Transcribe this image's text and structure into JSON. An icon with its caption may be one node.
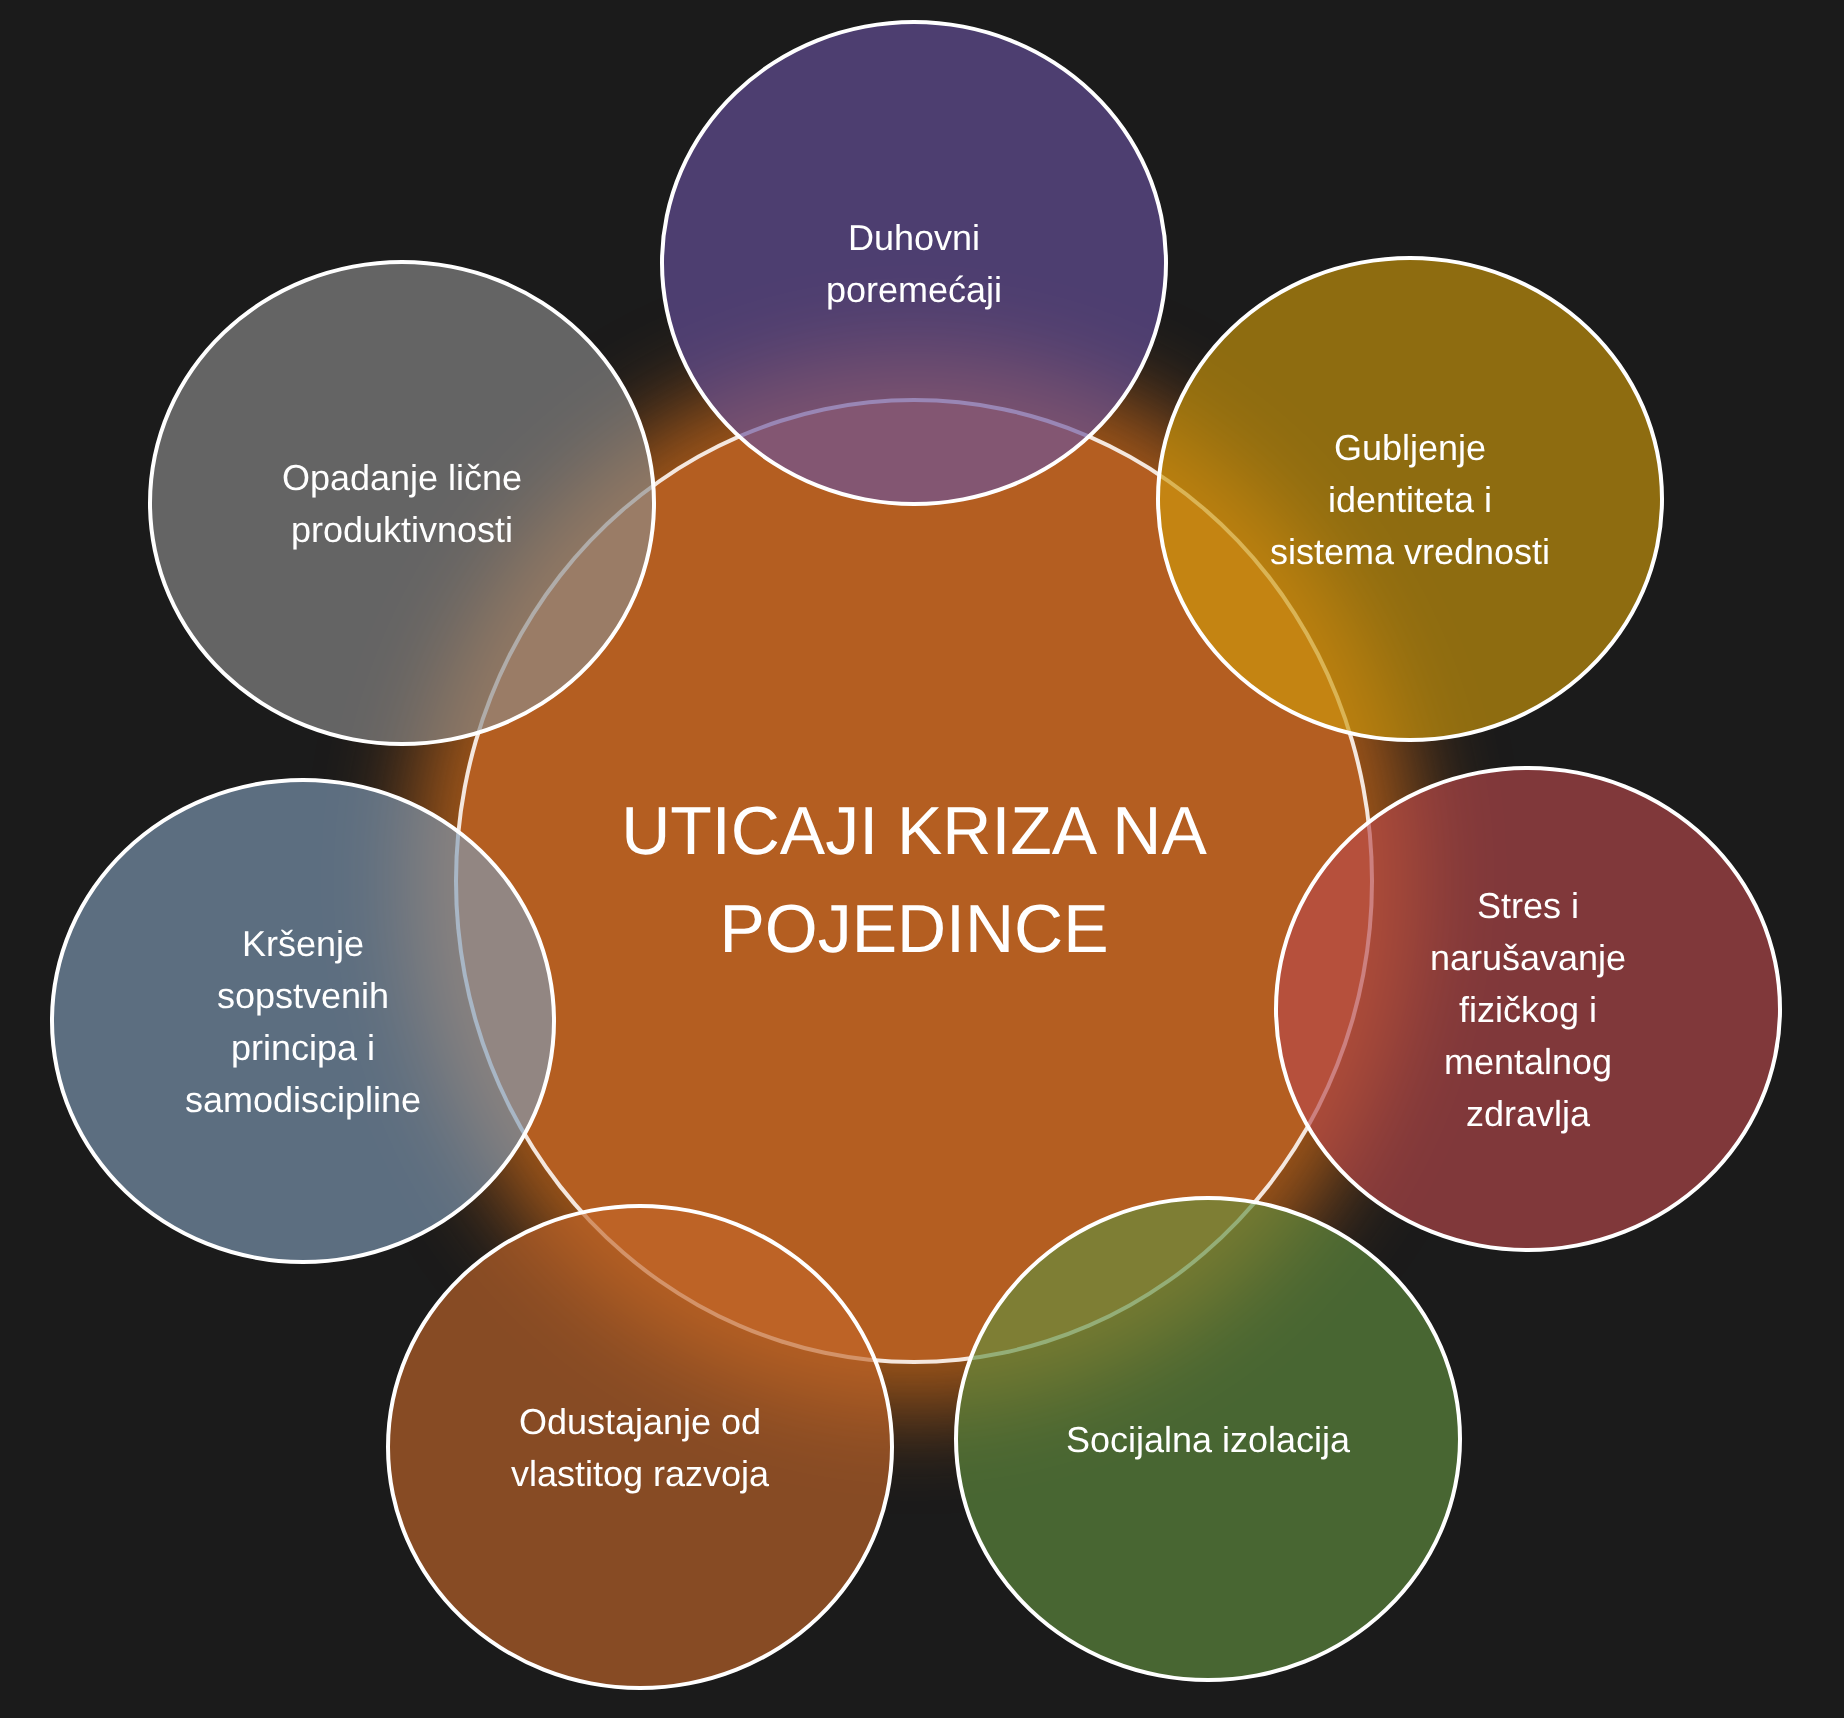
{
  "diagram": {
    "nodes": [
      {
        "text": [
          "UTICAJI KRIZA NA POJEDINCE"
        ]
      },
      {
        "text": [
          "Duhovni poremećaji"
        ]
      },
      {
        "text": [
          "Gubljenje identiteta i sistema vrednosti"
        ]
      },
      {
        "text": [
          "Stres i narušavanje fizičkog i mentalnog zdravlja"
        ]
      },
      {
        "text": [
          "Socijalna izolacija"
        ]
      },
      {
        "text": [
          "Odustajanje od vlastitog razvoja"
        ]
      },
      {
        "text": [
          "Kršenje sopstvenih principa i samodiscipline"
        ]
      },
      {
        "text": [
          "Opadanje lične produktivnosti"
        ]
      }
    ]
  }
}
